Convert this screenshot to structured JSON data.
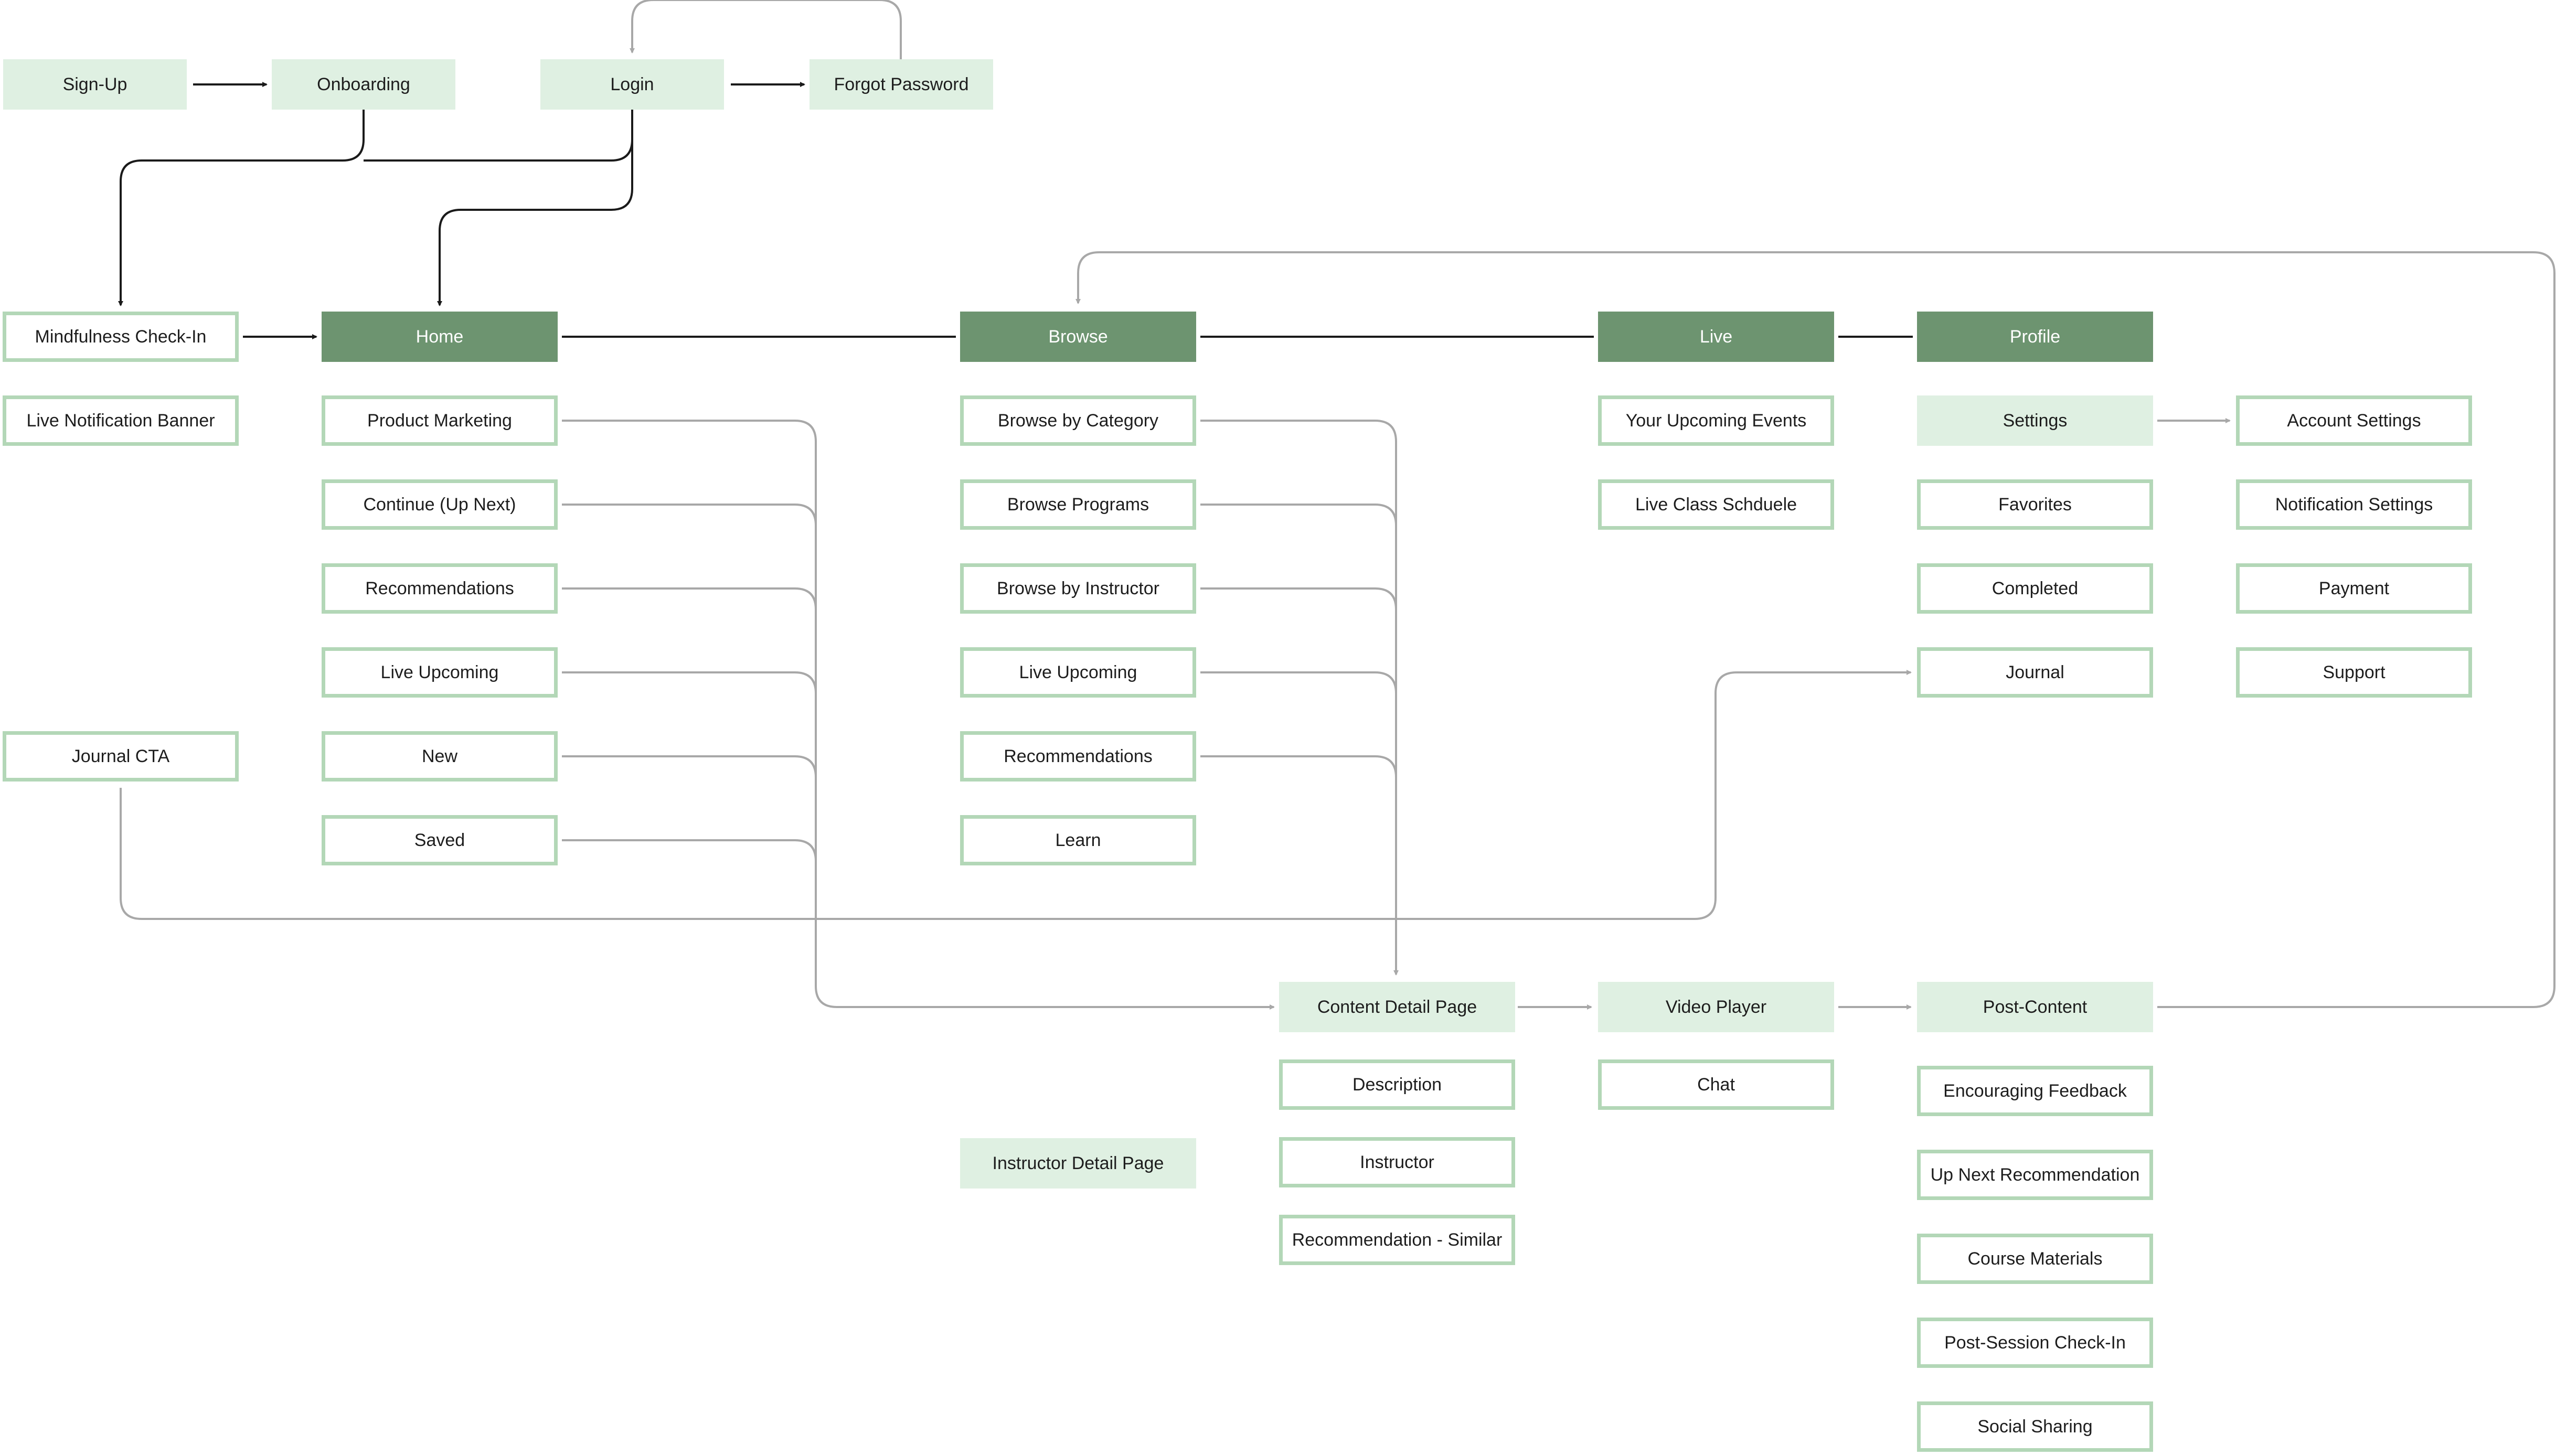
{
  "colors": {
    "node_fill": "#dff0e2",
    "node_border": "#b3d7b7",
    "primary_fill": "#6d9470",
    "primary_text": "#ffffff",
    "text": "#1d1d1d",
    "connector_dark": "#1a1a1a",
    "connector_light": "#a8a8a8"
  },
  "auth": {
    "signup": "Sign-Up",
    "onboarding": "Onboarding",
    "login": "Login",
    "forgot_password": "Forgot Password"
  },
  "nav": {
    "home": "Home",
    "browse": "Browse",
    "live": "Live",
    "profile": "Profile"
  },
  "entry": {
    "checkin": "Mindfulness Check-In",
    "banner": "Live Notification Banner",
    "journal_cta": "Journal CTA"
  },
  "home_items": [
    "Product Marketing",
    "Continue (Up Next)",
    "Recommendations",
    "Live Upcoming",
    "New",
    "Saved"
  ],
  "browse_items": [
    "Browse by Category",
    "Browse Programs",
    "Browse by Instructor",
    "Live Upcoming",
    "Recommendations",
    "Learn"
  ],
  "live_items": [
    "Your Upcoming Events",
    "Live Class Schduele"
  ],
  "profile_items": [
    "Settings",
    "Favorites",
    "Completed",
    "Journal"
  ],
  "settings_items": [
    "Account Settings",
    "Notification Settings",
    "Payment",
    "Support"
  ],
  "content": {
    "detail": "Content Detail Page",
    "video": "Video Player",
    "post": "Post-Content",
    "instructor_detail": "Instructor Detail Page",
    "detail_items": [
      "Description",
      "Instructor",
      "Recommendation - Similar"
    ],
    "video_items": [
      "Chat"
    ],
    "post_items": [
      "Encouraging Feedback",
      "Up Next Recommendation",
      "Course Materials",
      "Post-Session Check-In",
      "Social Sharing"
    ]
  }
}
